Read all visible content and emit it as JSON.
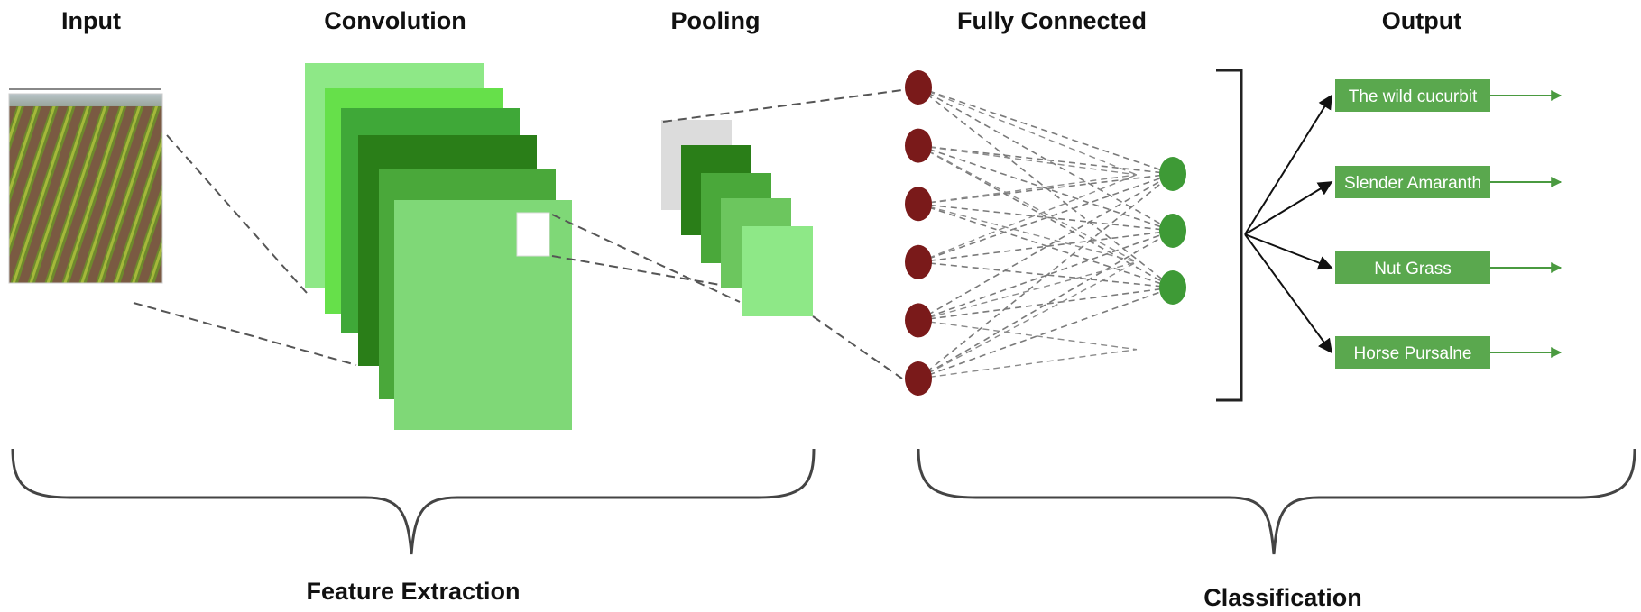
{
  "headers": {
    "input": "Input",
    "convolution": "Convolution",
    "pooling": "Pooling",
    "fully_connected": "Fully Connected",
    "output": "Output"
  },
  "groups": {
    "feature_extraction": "Feature Extraction",
    "classification": "Classification"
  },
  "classes": [
    "The wild cucurbit",
    "Slender Amaranth",
    "Nut Grass",
    "Horse Pursalne"
  ],
  "network": {
    "input_neurons": 6,
    "hidden_neurons": 3
  },
  "colors": {
    "neuron_input": "#7a1a1a",
    "neuron_output": "#3e9a36",
    "class_box": "#5aa84e",
    "conv_layers": [
      "#8ee887",
      "#66e04a",
      "#3fa838",
      "#2a7e18",
      "#4aa83a",
      "#7fd877"
    ],
    "pool_layers": [
      "#dcdcdc",
      "#2a7e18",
      "#4aa83a",
      "#6cc65e",
      "#8ee887"
    ]
  },
  "icons": {
    "input_image": "crop-field-image"
  }
}
